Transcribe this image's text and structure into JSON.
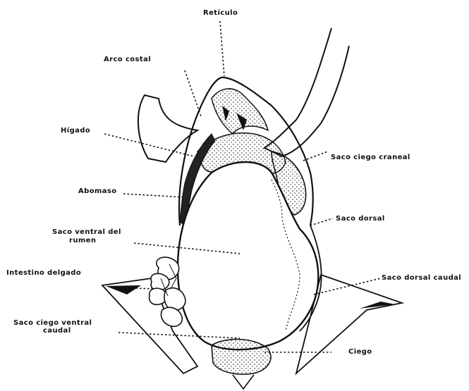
{
  "figure": {
    "labels": {
      "reticulo": "Retículo",
      "arco_costal": "Arco costal",
      "higado": "Hígado",
      "saco_ciego_craneal": "Saco ciego craneal",
      "abomaso": "Abomaso",
      "saco_dorsal": "Saco dorsal",
      "saco_ventral_line1": "Saco ventral del",
      "saco_ventral_line2": "rumen",
      "intestino_delgado": "Intestino delgado",
      "saco_dorsal_caudal": "Saco dorsal caudal",
      "saco_ciego_ventral_line1": "Saco ciego ventral",
      "saco_ciego_ventral_line2": "caudal",
      "ciego": "Ciego"
    }
  }
}
